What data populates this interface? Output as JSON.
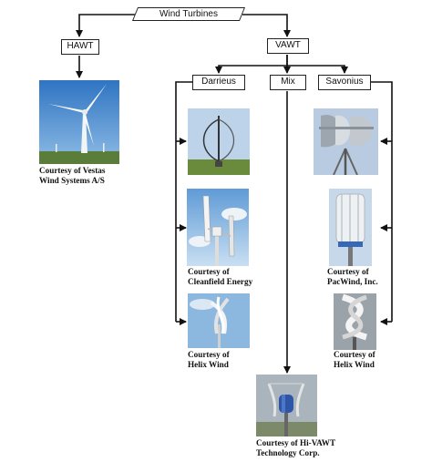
{
  "root": {
    "label": "Wind Turbines"
  },
  "hawt": {
    "label": "HAWT",
    "caption": [
      "Courtesy of Vestas",
      "Wind Systems A/S"
    ]
  },
  "vawt": {
    "label": "VAWT"
  },
  "darrieus": {
    "label": "Darrieus",
    "captions": [
      [
        "Courtesy of",
        "Cleanfield Energy"
      ],
      [
        "Courtesy of",
        "Helix Wind"
      ]
    ]
  },
  "mix": {
    "label": "Mix",
    "caption": [
      "Courtesy of Hi-VAWT",
      "Technology Corp."
    ]
  },
  "savonius": {
    "label": "Savonius",
    "captions": [
      [
        "Courtesy of",
        "PacWind, Inc."
      ],
      [
        "Courtesy of",
        "Helix Wind"
      ]
    ]
  },
  "colors": {
    "line": "#111111",
    "sky": "#3f86c9",
    "grass": "#6a8a3c"
  },
  "icons": [
    "hawt-turbine-photo",
    "darrieus-turbine-photo",
    "h-rotor-photo",
    "helix-darrieus-photo",
    "mix-turbine-photo",
    "savonius-turbine-photo",
    "pacwind-turbine-photo",
    "helix-savonius-photo"
  ]
}
